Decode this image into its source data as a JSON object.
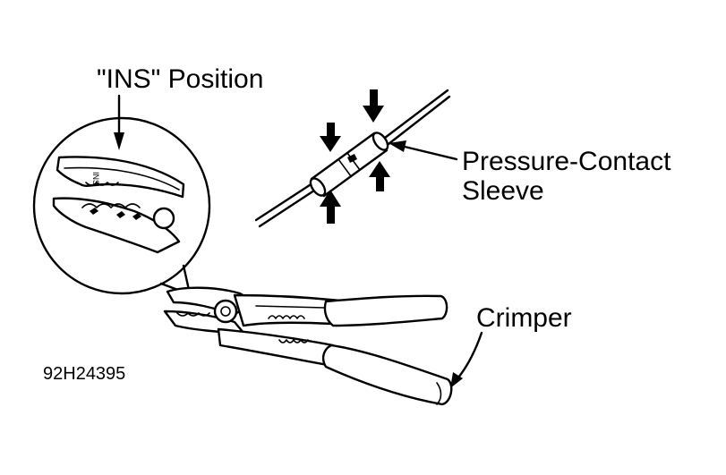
{
  "labels": {
    "ins_position": "\"INS\" Position",
    "pressure_contact_line1": "Pressure-Contact",
    "pressure_contact_line2": "Sleeve",
    "crimper": "Crimper",
    "figure_code": "92H24395",
    "jaw_marking": "INS"
  },
  "colors": {
    "ink": "#000000",
    "paper": "#ffffff"
  }
}
